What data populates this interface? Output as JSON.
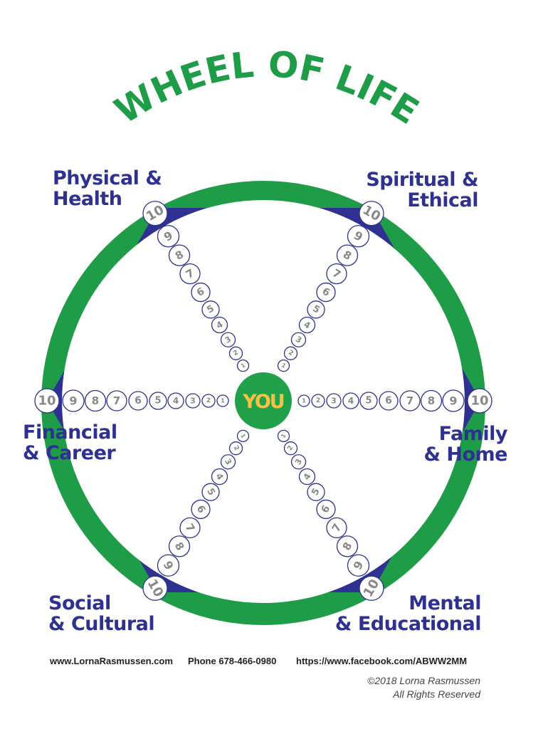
{
  "title": "WHEEL OF LIFE",
  "center_label": "YOU",
  "colors": {
    "green": "#1f9c48",
    "blue": "#2e3192",
    "you_text": "#f6c244",
    "number": "#888888"
  },
  "scale": [
    "1",
    "2",
    "3",
    "4",
    "5",
    "6",
    "7",
    "8",
    "9",
    "10"
  ],
  "areas": {
    "physical": [
      "Physical &",
      "Health"
    ],
    "spiritual": [
      "Spiritual &",
      "Ethical"
    ],
    "financial": [
      "Financial",
      "& Career"
    ],
    "family": [
      "Family",
      "& Home"
    ],
    "social": [
      "Social",
      "& Cultural"
    ],
    "mental": [
      "Mental",
      "& Educational"
    ]
  },
  "footer": {
    "website": "www.LornaRasmussen.com",
    "phone": "Phone 678-466-0980",
    "facebook": "https://www.facebook.com/ABWW2MM",
    "copyright": "©2018 Lorna Rasmussen",
    "rights": "All Rights Reserved"
  }
}
